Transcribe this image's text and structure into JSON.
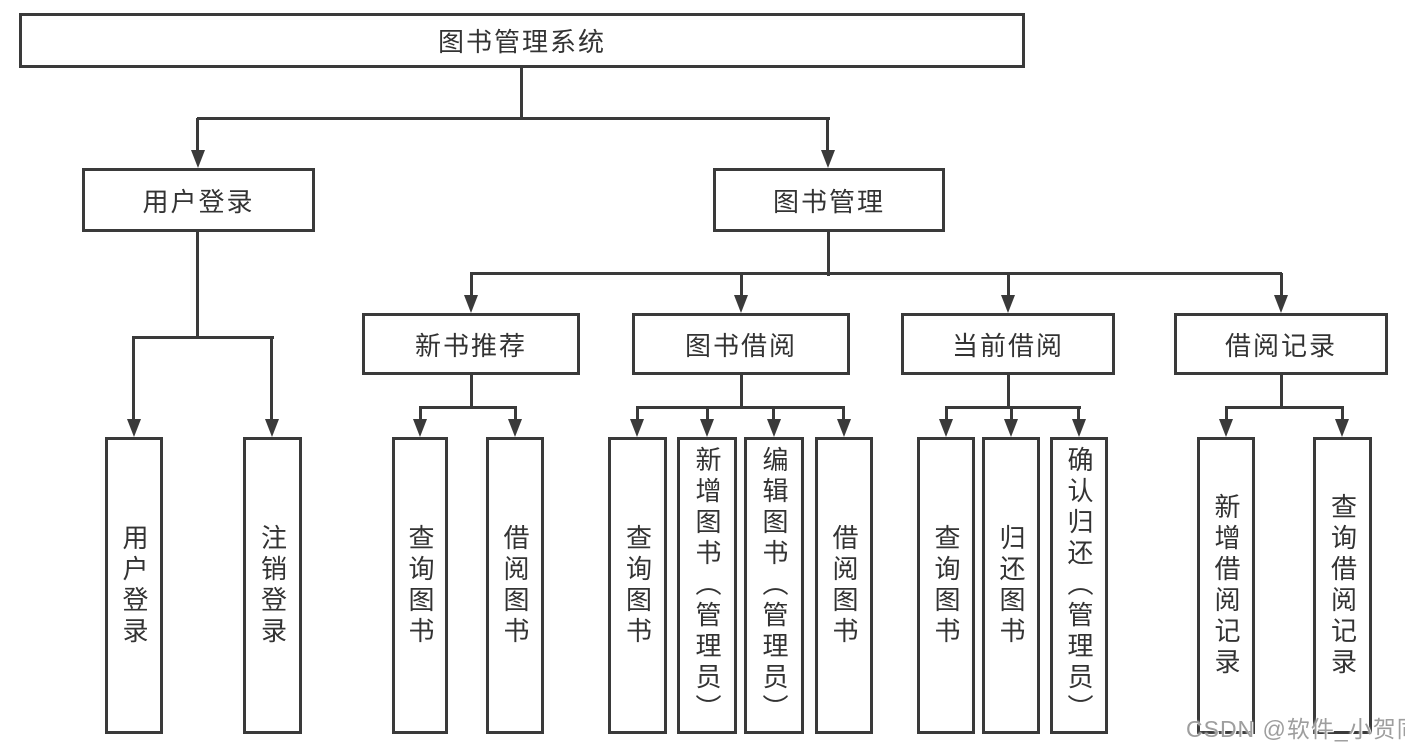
{
  "diagram": {
    "root": {
      "label": "图书管理系统"
    },
    "level2": [
      {
        "label": "用户登录"
      },
      {
        "label": "图书管理"
      }
    ],
    "level3": [
      {
        "label": "新书推荐"
      },
      {
        "label": "图书借阅"
      },
      {
        "label": "当前借阅"
      },
      {
        "label": "借阅记录"
      }
    ],
    "leaves": {
      "user_login": [
        "用户登录",
        "注销登录"
      ],
      "new_book": [
        "查询图书",
        "借阅图书"
      ],
      "book_borrow": [
        "查询图书",
        "新增图书（管理员）",
        "编辑图书（管理员）",
        "借阅图书"
      ],
      "current_borrow": [
        "查询图书",
        "归还图书",
        "确认归还（管理员）"
      ],
      "borrow_records": [
        "新增借阅记录",
        "查询借阅记录"
      ]
    },
    "watermark": "CSDN @软件_小贺同学",
    "colors": {
      "line": "#3a3a3a",
      "text": "#333333",
      "watermark": "#9e9e9e",
      "background": "#ffffff"
    }
  }
}
